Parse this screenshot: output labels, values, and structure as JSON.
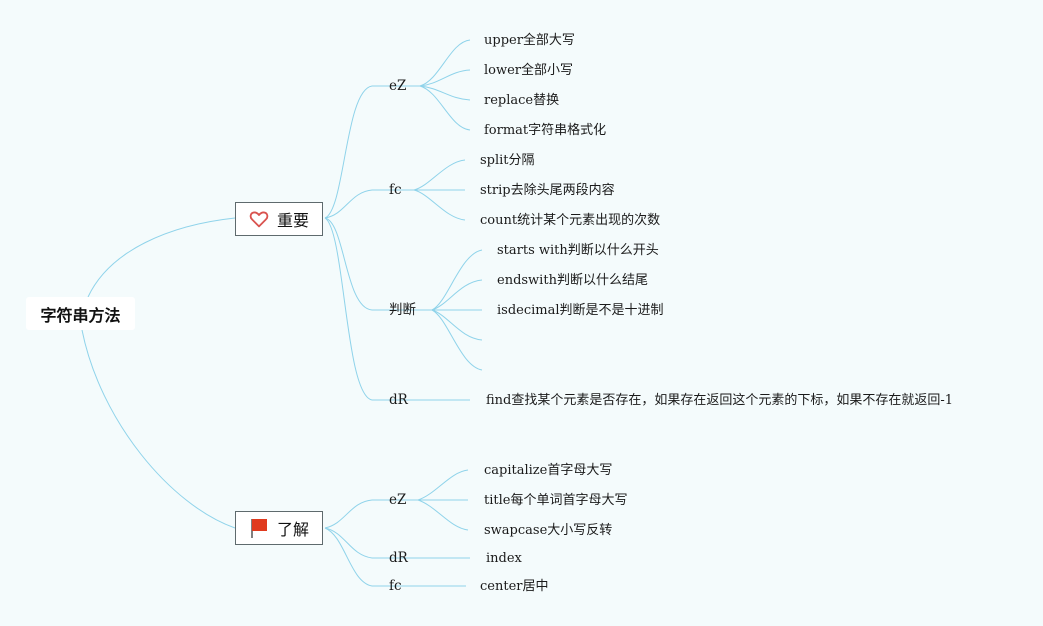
{
  "root": {
    "label": "字符串方法"
  },
  "branch_important": {
    "label": "重要",
    "icon": "heart-icon",
    "groups": {
      "ez": {
        "label": "eZ",
        "items": [
          "upper全部大写",
          "lower全部小写",
          "replace替换",
          "format字符串格式化"
        ]
      },
      "fc": {
        "label": "fc",
        "items": [
          "split分隔",
          "strip去除头尾两段内容",
          "count统计某个元素出现的次数"
        ]
      },
      "pd": {
        "label": "判断",
        "items": [
          "starts with判断以什么开头",
          "endswith判断以什么结尾",
          "isdecimal判断是不是十进制"
        ]
      },
      "dr": {
        "label": "dR",
        "items": [
          "find查找某个元素是否存在，如果存在返回这个元素的下标，如果不存在就返回-1"
        ]
      }
    }
  },
  "branch_understand": {
    "label": "了解",
    "icon": "flag-icon",
    "groups": {
      "ez": {
        "label": "eZ",
        "items": [
          "capitalize首字母大写",
          "title每个单词首字母大写",
          "swapcase大小写反转"
        ]
      },
      "dr": {
        "label": "dR",
        "items": [
          "index"
        ]
      },
      "fc": {
        "label": "fc",
        "items": [
          "center居中"
        ]
      }
    }
  },
  "colors": {
    "connector": "#8fd3ea",
    "background": "#f4fbfc",
    "heart": "#d9534f",
    "flag": "#e03a1e"
  }
}
